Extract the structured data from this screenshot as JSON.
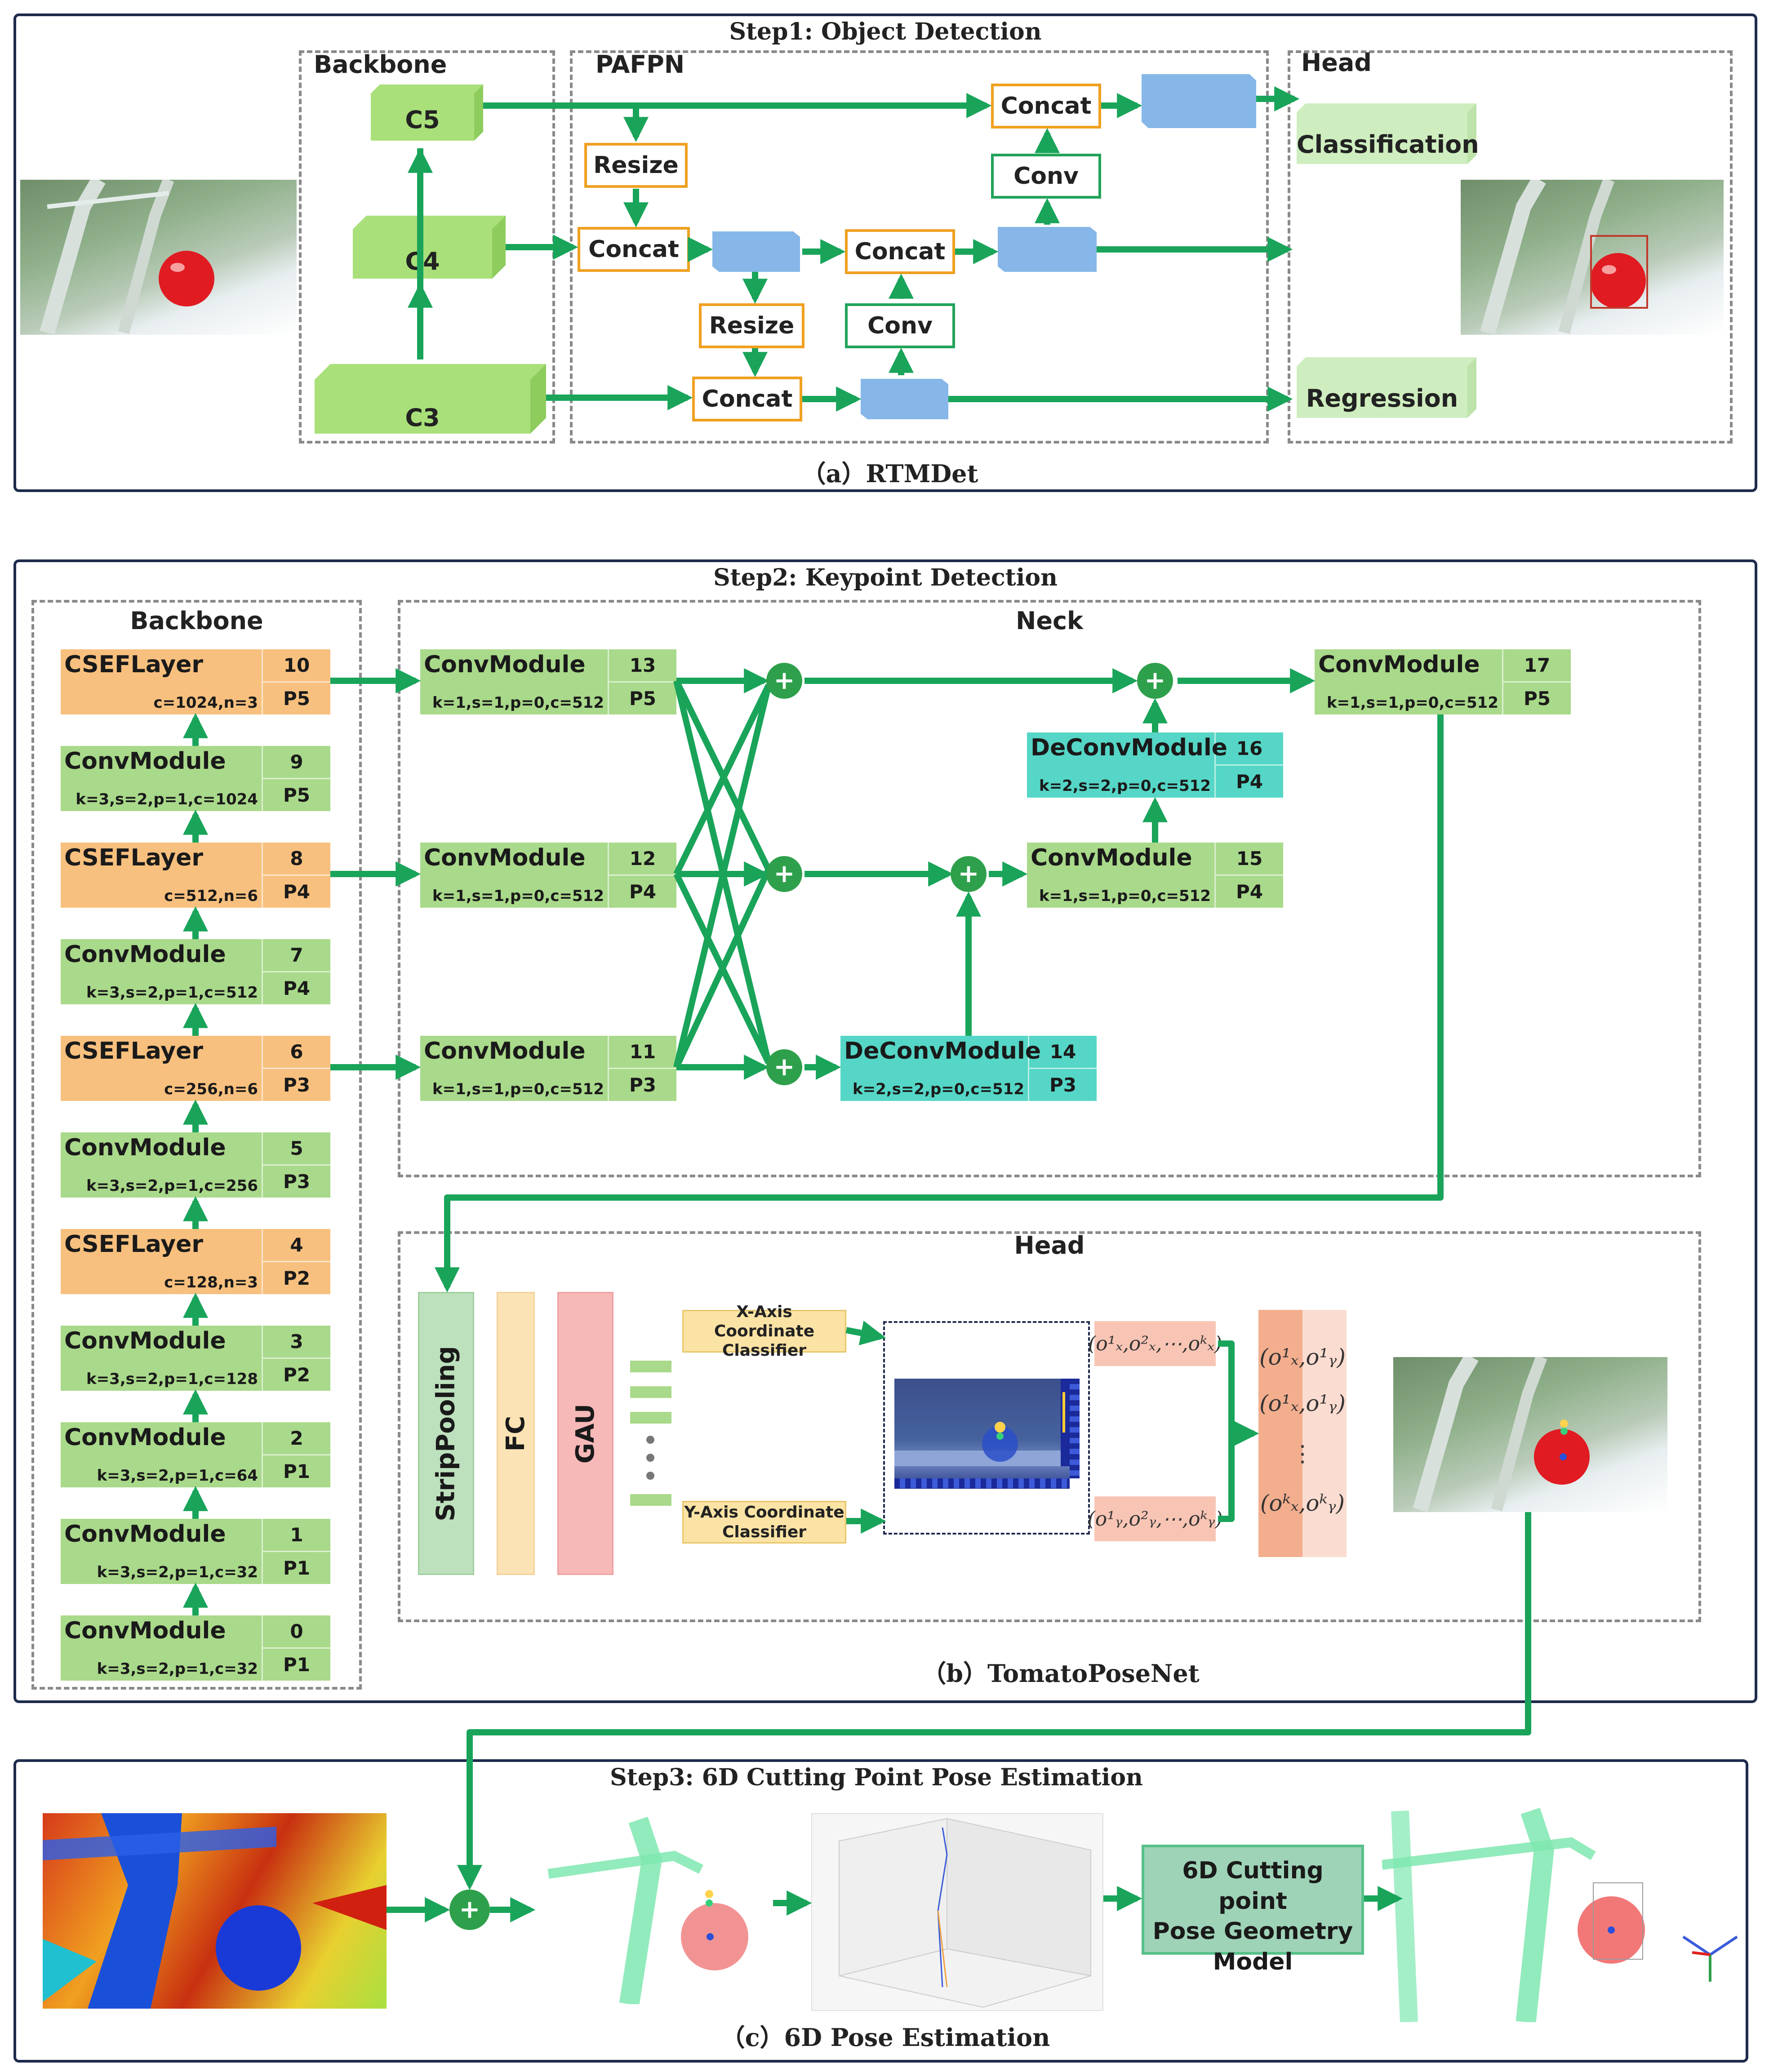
{
  "step1": {
    "title": "Step1: Object Detection",
    "caption": "（a）RTMDet",
    "backbone_label": "Backbone",
    "pafpn_label": "PAFPN",
    "head_label": "Head",
    "c5": "C5",
    "c4": "C4",
    "c3": "C3",
    "resize": "Resize",
    "concat": "Concat",
    "conv": "Conv",
    "classification": "Classification",
    "regression": "Regression"
  },
  "step2": {
    "title": "Step2: Keypoint Detection",
    "caption": "（b）TomatoPoseNet",
    "backbone_label": "Backbone",
    "neck_label": "Neck",
    "head_label": "Head",
    "backbone_layers": [
      {
        "name": "CSEFLayer",
        "params": "c=1024,n=3",
        "idx": "10",
        "level": "P5",
        "kind": "orange"
      },
      {
        "name": "ConvModule",
        "params": "k=3,s=2,p=1,c=1024",
        "idx": "9",
        "level": "P5",
        "kind": "green"
      },
      {
        "name": "CSEFLayer",
        "params": "c=512,n=6",
        "idx": "8",
        "level": "P4",
        "kind": "orange"
      },
      {
        "name": "ConvModule",
        "params": "k=3,s=2,p=1,c=512",
        "idx": "7",
        "level": "P4",
        "kind": "green"
      },
      {
        "name": "CSEFLayer",
        "params": "c=256,n=6",
        "idx": "6",
        "level": "P3",
        "kind": "orange"
      },
      {
        "name": "ConvModule",
        "params": "k=3,s=2,p=1,c=256",
        "idx": "5",
        "level": "P3",
        "kind": "green"
      },
      {
        "name": "CSEFLayer",
        "params": "c=128,n=3",
        "idx": "4",
        "level": "P2",
        "kind": "orange"
      },
      {
        "name": "ConvModule",
        "params": "k=3,s=2,p=1,c=128",
        "idx": "3",
        "level": "P2",
        "kind": "green"
      },
      {
        "name": "ConvModule",
        "params": "k=3,s=2,p=1,c=64",
        "idx": "2",
        "level": "P1",
        "kind": "green"
      },
      {
        "name": "ConvModule",
        "params": "k=3,s=2,p=1,c=32",
        "idx": "1",
        "level": "P1",
        "kind": "green"
      },
      {
        "name": "ConvModule",
        "params": "k=3,s=2,p=1,c=32",
        "idx": "0",
        "level": "P1",
        "kind": "green"
      }
    ],
    "neck": {
      "m13": {
        "name": "ConvModule",
        "params": "k=1,s=1,p=0,c=512",
        "idx": "13",
        "level": "P5"
      },
      "m12": {
        "name": "ConvModule",
        "params": "k=1,s=1,p=0,c=512",
        "idx": "12",
        "level": "P4"
      },
      "m11": {
        "name": "ConvModule",
        "params": "k=1,s=1,p=0,c=512",
        "idx": "11",
        "level": "P3"
      },
      "m14": {
        "name": "DeConvModule",
        "params": "k=2,s=2,p=0,c=512",
        "idx": "14",
        "level": "P3"
      },
      "m15": {
        "name": "ConvModule",
        "params": "k=1,s=1,p=0,c=512",
        "idx": "15",
        "level": "P4"
      },
      "m16": {
        "name": "DeConvModule",
        "params": "k=2,s=2,p=0,c=512",
        "idx": "16",
        "level": "P4"
      },
      "m17": {
        "name": "ConvModule",
        "params": "k=1,s=1,p=0,c=512",
        "idx": "17",
        "level": "P5"
      }
    },
    "head": {
      "strip_pooling": "StripPooling",
      "fc": "FC",
      "gau": "GAU",
      "x_classifier": "X-Axis Coordinate Classifier",
      "y_classifier": "Y-Axis Coordinate Classifier",
      "x_seq": "(o¹ₓ,o²ₓ,⋯,oᵏₓ)",
      "y_seq": "(o¹ᵧ,o²ᵧ,⋯,oᵏᵧ)",
      "coords": [
        "(o¹ₓ,o¹ᵧ)",
        "(o¹ₓ,o¹ᵧ)",
        "⋮",
        "(oᵏₓ,oᵏᵧ)"
      ]
    }
  },
  "step3": {
    "title": "Step3: 6D Cutting Point  Pose Estimation",
    "caption": "（c）6D Pose Estimation",
    "geometry_model": "6D Cutting point Pose Geometry Model"
  },
  "colors": {
    "frame": "#1f2b4d",
    "arrow_green": "#19a45a",
    "module_green": "#a9d98a",
    "module_orange": "#f8c07e",
    "module_teal": "#55d6c6",
    "feature_blue": "#86b7e8",
    "concat_orange": "#f0a020"
  }
}
